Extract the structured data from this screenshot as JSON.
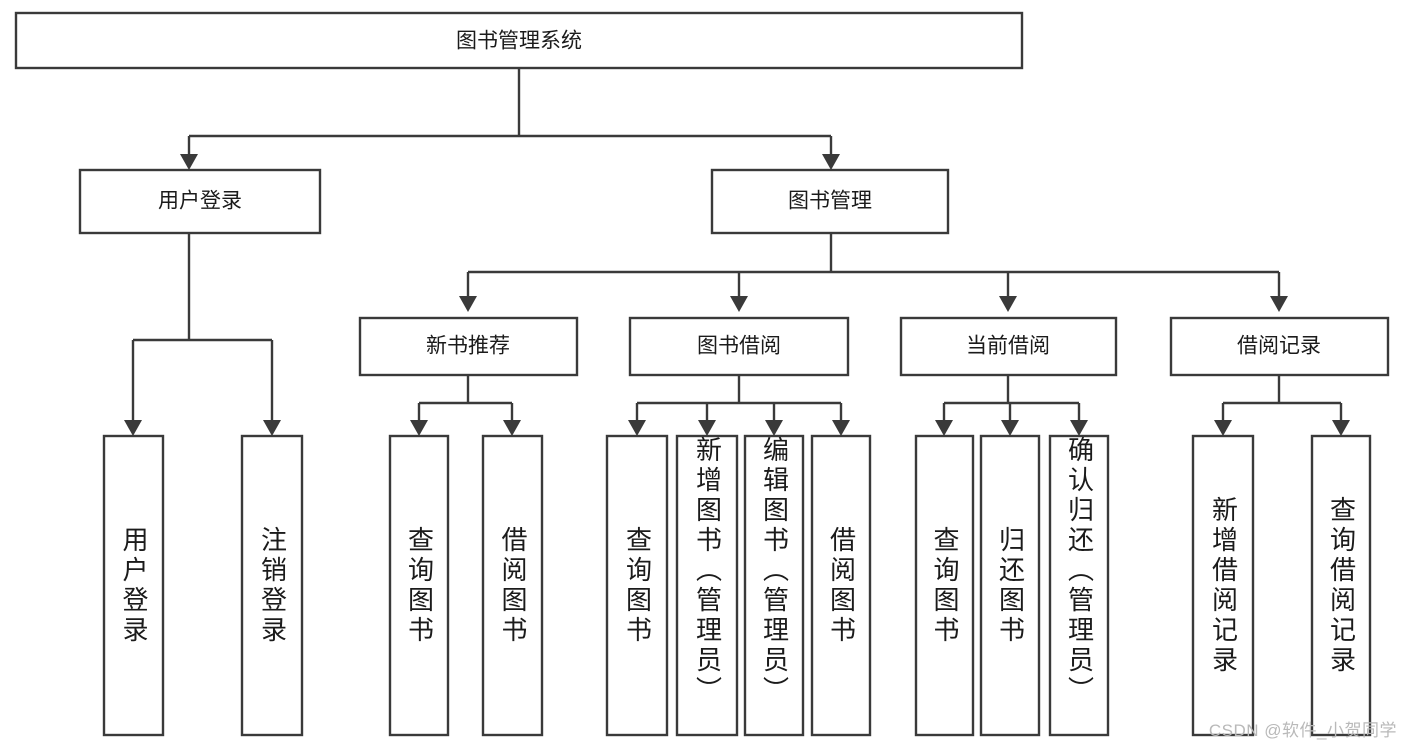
{
  "diagram": {
    "type": "tree-hierarchy-diagram",
    "title": "图书管理系统",
    "orientation": "top-down",
    "colors": {
      "stroke": "#3a3a3a",
      "box_fill": "#ffffff",
      "text": "#1b1b1b",
      "background": "#ffffff",
      "watermark": "#b9b9b9"
    },
    "root": {
      "label": "图书管理系统",
      "children": [
        {
          "label": "用户登录",
          "children": [
            {
              "label": "用户登录"
            },
            {
              "label": "注销登录"
            }
          ]
        },
        {
          "label": "图书管理",
          "children": [
            {
              "label": "新书推荐",
              "children": [
                {
                  "label": "查询图书"
                },
                {
                  "label": "借阅图书"
                }
              ]
            },
            {
              "label": "图书借阅",
              "children": [
                {
                  "label": "查询图书"
                },
                {
                  "label": "新增图书（管理员）"
                },
                {
                  "label": "编辑图书（管理员）"
                },
                {
                  "label": "借阅图书"
                }
              ]
            },
            {
              "label": "当前借阅",
              "children": [
                {
                  "label": "查询图书"
                },
                {
                  "label": "归还图书"
                },
                {
                  "label": "确认归还（管理员）"
                }
              ]
            },
            {
              "label": "借阅记录",
              "children": [
                {
                  "label": "新增借阅记录"
                },
                {
                  "label": "查询借阅记录"
                }
              ]
            }
          ]
        }
      ]
    },
    "nodes": {
      "root": {
        "label": "图书管理系统"
      },
      "l2": [
        {
          "label": "用户登录"
        },
        {
          "label": "图书管理"
        }
      ],
      "l3": [
        {
          "label": "新书推荐"
        },
        {
          "label": "图书借阅"
        },
        {
          "label": "当前借阅"
        },
        {
          "label": "借阅记录"
        }
      ],
      "leaves": [
        {
          "label": "用户登录"
        },
        {
          "label": "注销登录"
        },
        {
          "label": "查询图书"
        },
        {
          "label": "借阅图书"
        },
        {
          "label": "查询图书"
        },
        {
          "label": "新增图书（管理员）"
        },
        {
          "label": "编辑图书（管理员）"
        },
        {
          "label": "借阅图书"
        },
        {
          "label": "查询图书"
        },
        {
          "label": "归还图书"
        },
        {
          "label": "确认归还（管理员）"
        },
        {
          "label": "新增借阅记录"
        },
        {
          "label": "查询借阅记录"
        }
      ]
    }
  },
  "watermark": {
    "text": "CSDN @软件_小贺同学"
  }
}
